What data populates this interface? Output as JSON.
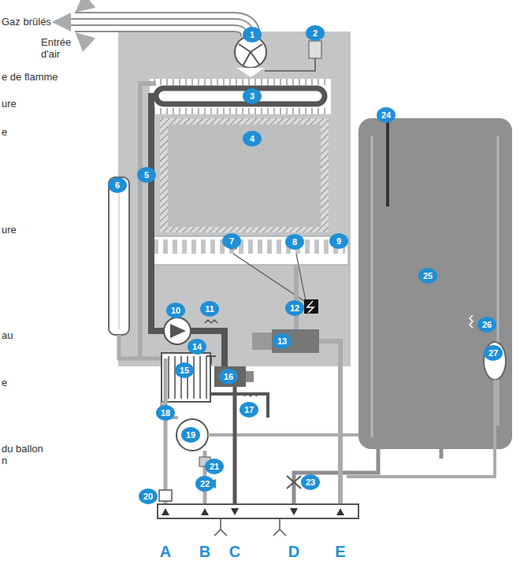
{
  "diagram": {
    "labels": [
      "Gaz brûlés",
      "Entrée d'air",
      "e de flamme",
      "ure",
      "e",
      "ure",
      "au",
      "e",
      "du ballon",
      "n",
      "1",
      "2",
      "3",
      "4",
      "5",
      "6",
      "7",
      "8",
      "9",
      "10",
      "11",
      "12",
      "13",
      "14",
      "15",
      "16",
      "17",
      "18",
      "19",
      "20",
      "21",
      "22",
      "23",
      "24",
      "25",
      "26",
      "27",
      "A",
      "B",
      "C",
      "D",
      "E"
    ]
  }
}
